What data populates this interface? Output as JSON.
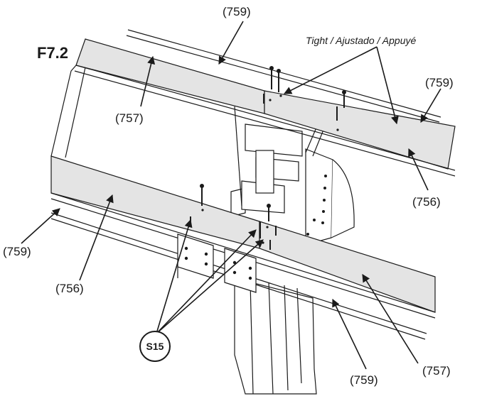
{
  "figure_label": "F7.2",
  "note": "Tight  / Ajustado / Appuyé",
  "hardware_callout": "S15",
  "labels": {
    "top_759": "(759)",
    "right_759": "(759)",
    "left_759": "(759)",
    "bottom_759": "(759)",
    "top_757": "(757)",
    "right_757": "(757)",
    "right_756": "(756)",
    "left_756": "(756)"
  },
  "colors": {
    "board_fill": "#e4e4e4",
    "line": "#1a1a1a",
    "paper": "#ffffff"
  }
}
